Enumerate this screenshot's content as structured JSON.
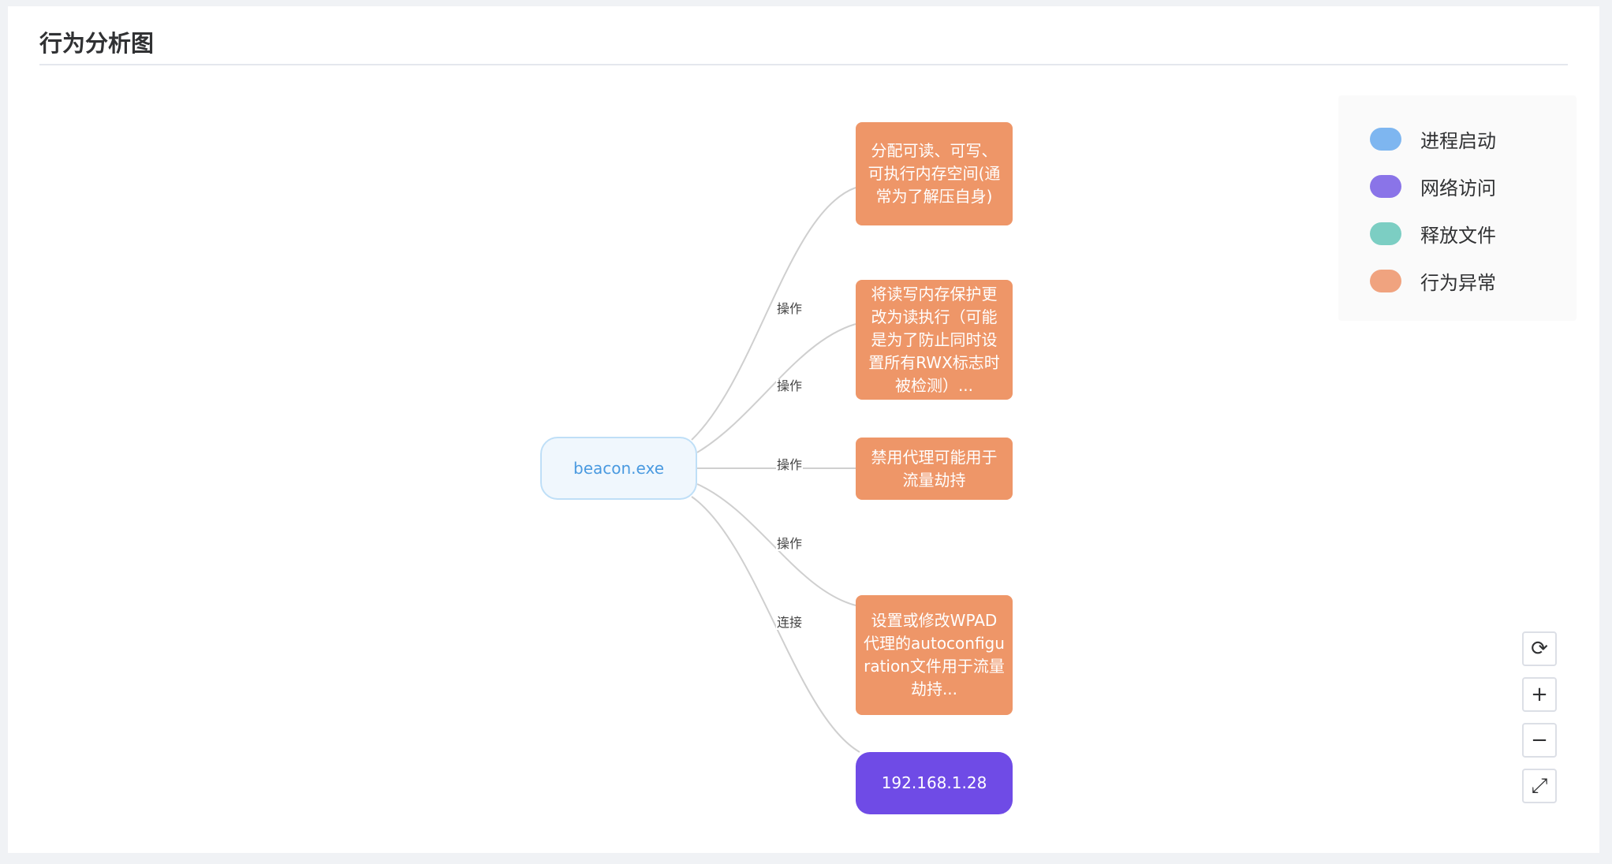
{
  "page": {
    "title": "行为分析图"
  },
  "legend": [
    {
      "label": "进程启动",
      "color": "#7eb6f0"
    },
    {
      "label": "网络访问",
      "color": "#8a74e8"
    },
    {
      "label": "释放文件",
      "color": "#7ccec3"
    },
    {
      "label": "行为异常",
      "color": "#f0a37f"
    }
  ],
  "graph": {
    "root": {
      "label": "beacon.exe"
    },
    "children": [
      {
        "label": "分配可读、可写、可执行内存空间(通常为了解压自身)",
        "type": "behavior",
        "edge_label": "操作"
      },
      {
        "label": "将读写内存保护更改为读执行（可能是为了防止同时设置所有RWX标志时被检测）...",
        "type": "behavior",
        "edge_label": "操作"
      },
      {
        "label": "禁用代理可能用于流量劫持",
        "type": "behavior",
        "edge_label": "操作"
      },
      {
        "label": "设置或修改WPAD代理的autoconfiguration文件用于流量劫持...",
        "type": "behavior",
        "edge_label": "操作"
      },
      {
        "label": "192.168.1.28",
        "type": "network",
        "edge_label": "连接"
      }
    ]
  },
  "controls": [
    {
      "name": "refresh-button",
      "icon": "refresh-icon",
      "glyph": "⟳"
    },
    {
      "name": "zoom-in-button",
      "icon": "plus-icon",
      "glyph": "+"
    },
    {
      "name": "zoom-out-button",
      "icon": "minus-icon",
      "glyph": "−"
    },
    {
      "name": "fullscreen-button",
      "icon": "expand-icon",
      "glyph": "⤢"
    }
  ]
}
